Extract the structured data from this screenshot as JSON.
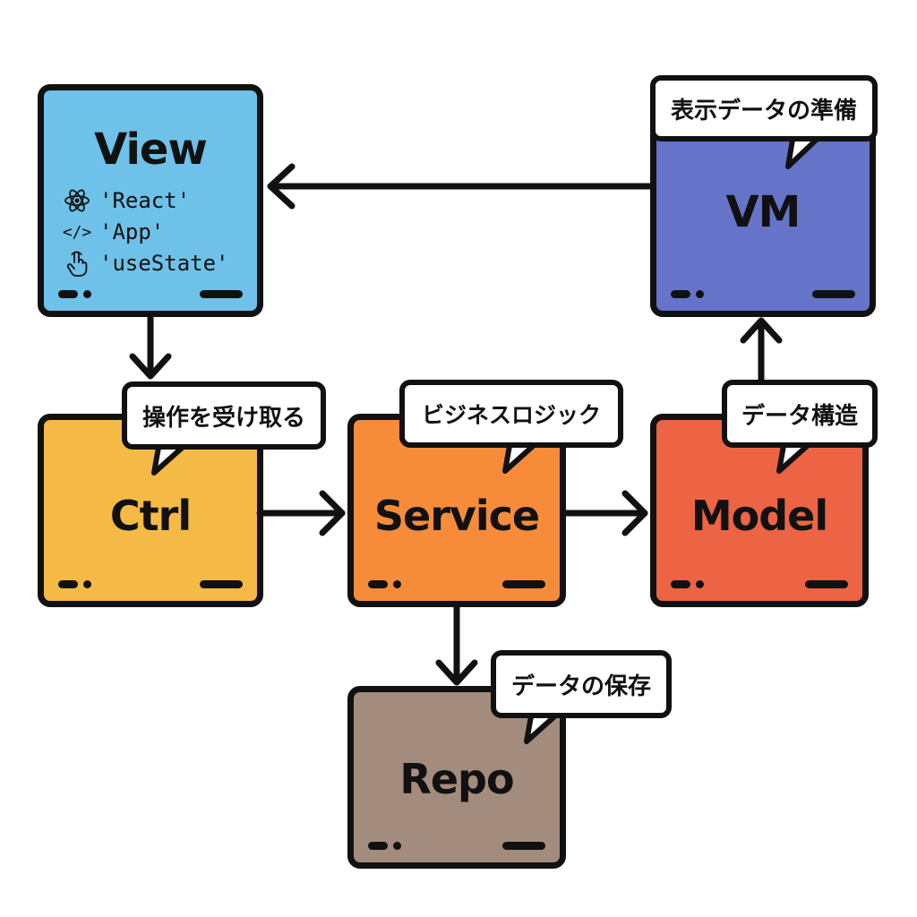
{
  "nodes": {
    "view": {
      "title": "View",
      "color": "#6EC1E8",
      "items": [
        {
          "icon": "react-atom-icon",
          "text": "'React'"
        },
        {
          "icon": "code-tag-icon",
          "text": "'App'",
          "glyph": "</>"
        },
        {
          "icon": "pointer-hand-icon",
          "text": "'useState'"
        }
      ]
    },
    "vm": {
      "title": "VM",
      "color": "#6574C8",
      "bubble": "表示データの準備"
    },
    "ctrl": {
      "title": "Ctrl",
      "color": "#F5BA45",
      "bubble": "操作を受け取る"
    },
    "service": {
      "title": "Service",
      "color": "#F68C3A",
      "bubble": "ビジネスロジック"
    },
    "model": {
      "title": "Model",
      "color": "#EC6444",
      "bubble": "データ構造"
    },
    "repo": {
      "title": "Repo",
      "color": "#A38C7E",
      "bubble": "データの保存"
    }
  },
  "edges": [
    {
      "from": "VM",
      "to": "View"
    },
    {
      "from": "View",
      "to": "Ctrl"
    },
    {
      "from": "Ctrl",
      "to": "Service"
    },
    {
      "from": "Service",
      "to": "Model"
    },
    {
      "from": "Model",
      "to": "VM"
    },
    {
      "from": "Service",
      "to": "Repo"
    }
  ]
}
